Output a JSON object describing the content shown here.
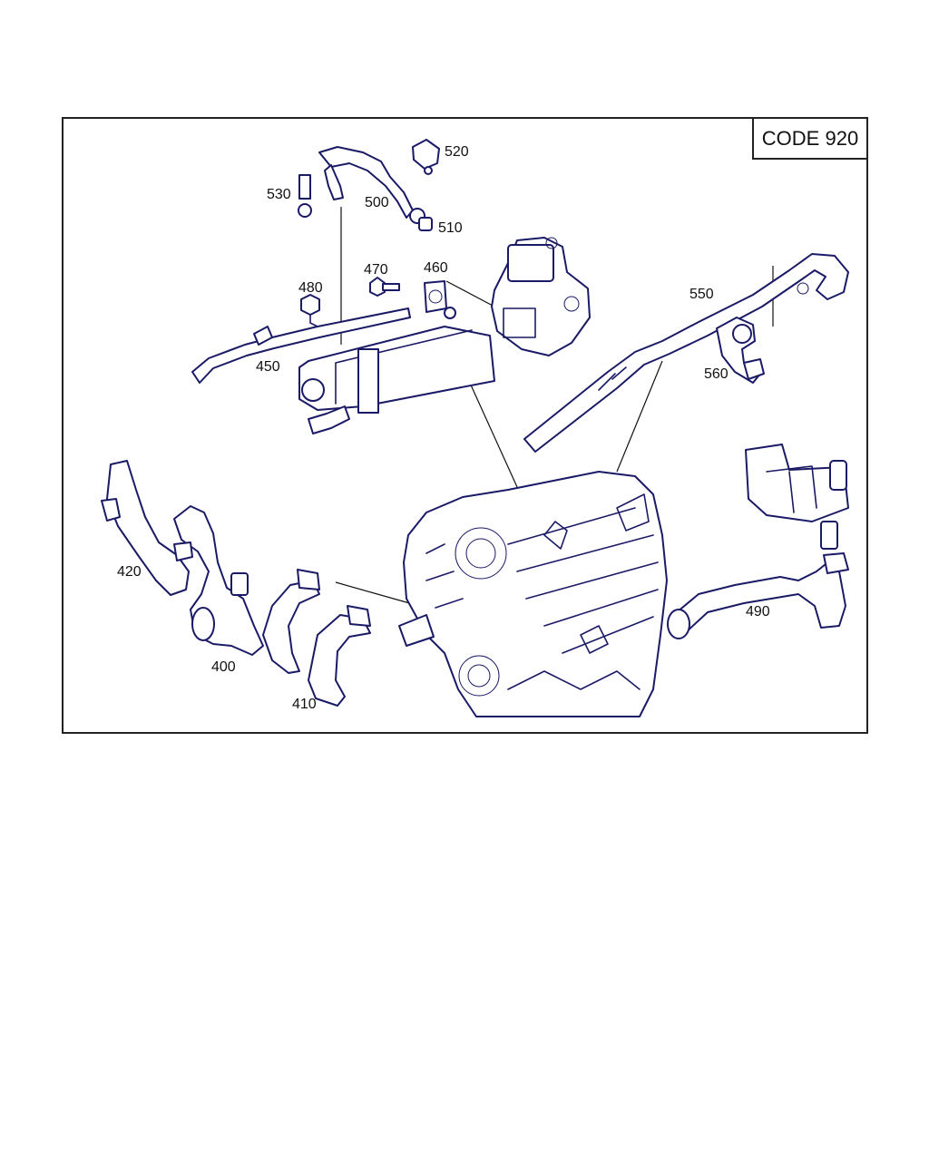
{
  "diagram": {
    "code_label": "CODE 920",
    "callouts": {
      "c520": "520",
      "c530": "530",
      "c500": "500",
      "c510": "510",
      "c480": "480",
      "c470": "470",
      "c460": "460",
      "c550": "550",
      "c450": "450",
      "c560": "560",
      "c420": "420",
      "c490": "490",
      "c400": "400",
      "c410": "410"
    }
  },
  "colors": {
    "line_art": "#1a1a66",
    "frame": "#222222",
    "text": "#111111"
  }
}
